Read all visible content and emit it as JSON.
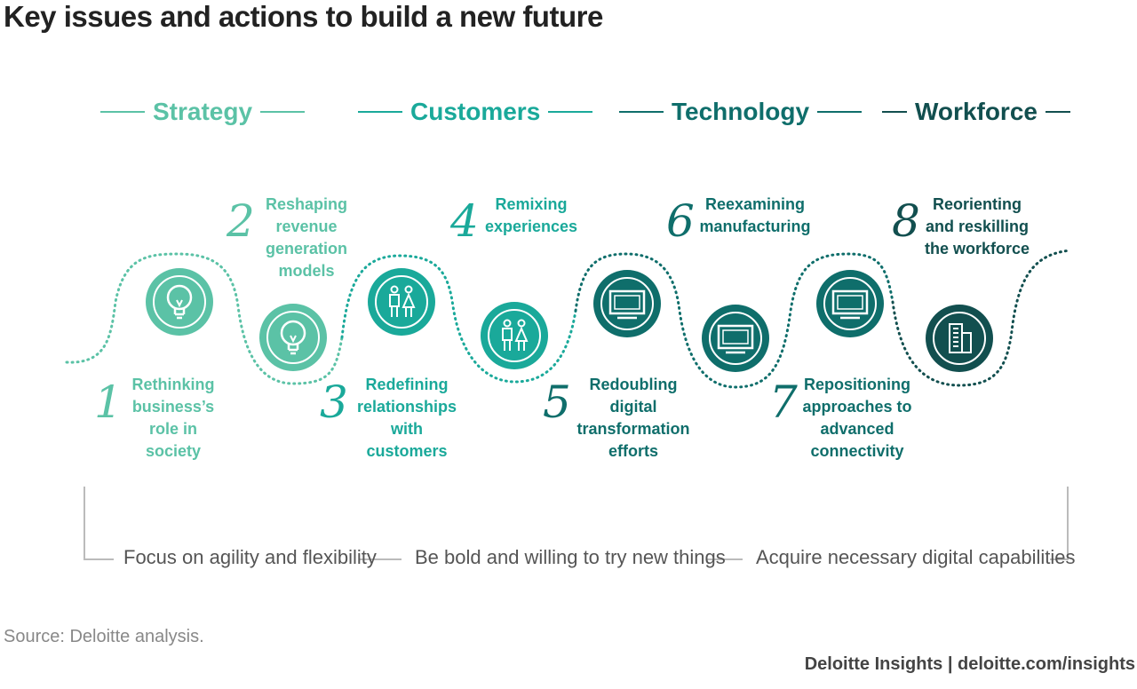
{
  "title": "Key issues and actions to build a new future",
  "categories": [
    {
      "label": "Strategy",
      "color": "#5bc2a6"
    },
    {
      "label": "Customers",
      "color": "#1aa99a"
    },
    {
      "label": "Technology",
      "color": "#0f6e6b"
    },
    {
      "label": "Workforce",
      "color": "#124f4f"
    }
  ],
  "steps": [
    {
      "number": "1",
      "lines": [
        "Rethinking",
        "business’s",
        "role in",
        "society"
      ],
      "icon": "lightbulb-icon",
      "color": "#5bc2a6"
    },
    {
      "number": "2",
      "lines": [
        "Reshaping",
        "revenue",
        "generation",
        "models"
      ],
      "icon": "lightbulb-icon",
      "color": "#5bc2a6"
    },
    {
      "number": "3",
      "lines": [
        "Redefining",
        "relationships",
        "with",
        "customers"
      ],
      "icon": "people-icon",
      "color": "#1aa99a"
    },
    {
      "number": "4",
      "lines": [
        "Remixing",
        "experiences"
      ],
      "icon": "people-icon",
      "color": "#1aa99a"
    },
    {
      "number": "5",
      "lines": [
        "Redoubling",
        "digital",
        "transformation",
        "efforts"
      ],
      "icon": "monitor-icon",
      "color": "#0f6e6b"
    },
    {
      "number": "6",
      "lines": [
        "Reexamining",
        "manufacturing"
      ],
      "icon": "monitor-icon",
      "color": "#0f6e6b"
    },
    {
      "number": "7",
      "lines": [
        "Repositioning",
        "approaches to",
        "advanced",
        "connectivity"
      ],
      "icon": "monitor-icon",
      "color": "#0f6e6b"
    },
    {
      "number": "8",
      "lines": [
        "Reorienting",
        "and reskilling",
        "the workforce"
      ],
      "icon": "building-icon",
      "color": "#124f4f"
    }
  ],
  "principles": [
    "Focus on agility and flexibility",
    "Be bold and willing to try new things",
    "Acquire necessary digital capabilities"
  ],
  "source": "Source: Deloitte analysis.",
  "footer": "Deloitte Insights | deloitte.com/insights"
}
